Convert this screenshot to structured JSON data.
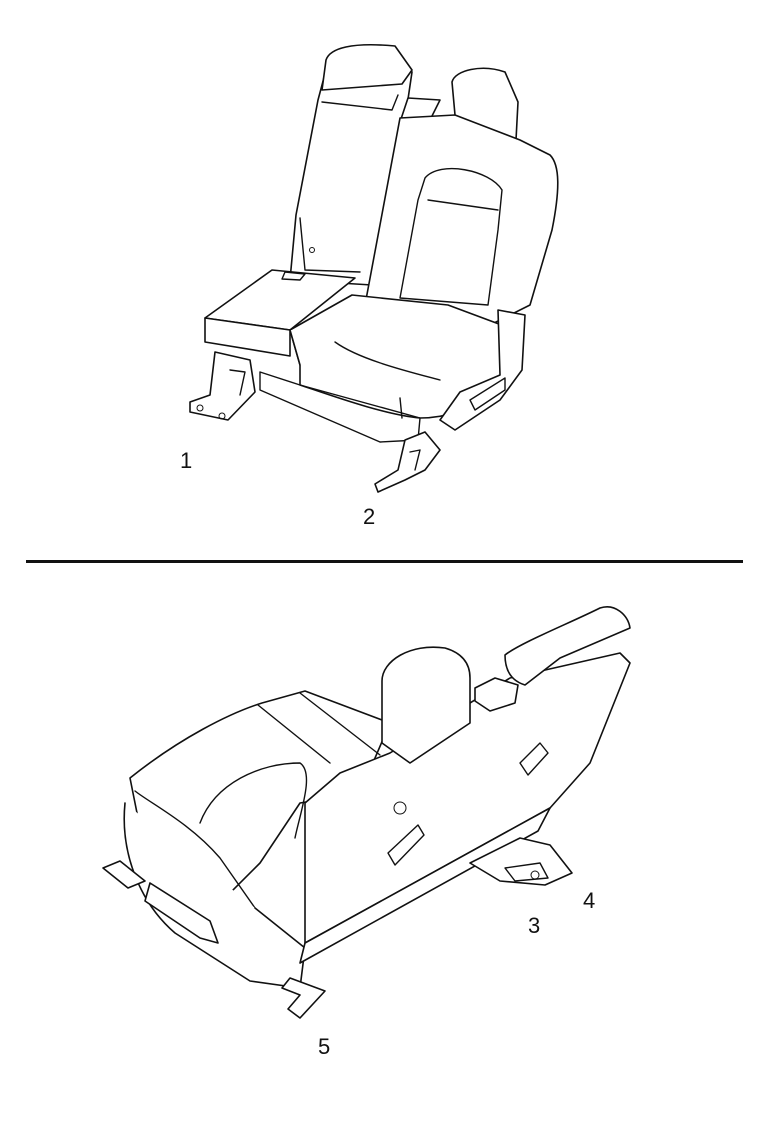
{
  "callouts": [
    "1",
    "2",
    "3",
    "4",
    "5"
  ],
  "colors": {
    "line": "#111111",
    "background": "#ffffff"
  }
}
